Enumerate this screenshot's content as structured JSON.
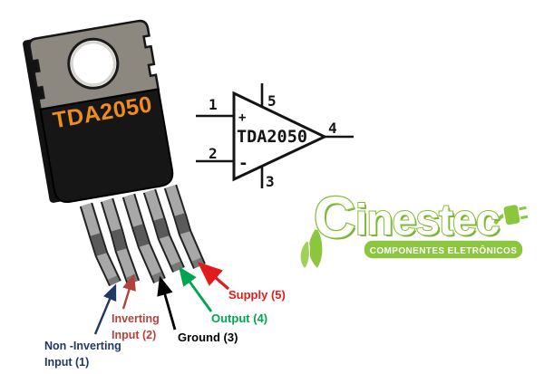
{
  "chip": {
    "label": "TDA2050",
    "label_color": "#ee8c1c",
    "tab_color": "#8c877f",
    "body_color": "#161616"
  },
  "schematic": {
    "label": "TDA2050",
    "plus_sign": "+",
    "minus_sign": "-",
    "pin_numbers": {
      "noninverting": "1",
      "inverting": "2",
      "ground": "3",
      "output": "4",
      "supply": "5"
    }
  },
  "pin_labels": {
    "noninverting": {
      "line1": "Non -Inverting",
      "line2": "Input (1)",
      "color": "#1f3864"
    },
    "inverting": {
      "line1": "Inverting",
      "line2": "Input (2)",
      "color": "#b5413d"
    },
    "ground": {
      "text": "Ground (3)",
      "color": "#000000"
    },
    "output": {
      "text": "Output (4)",
      "color": "#00a551"
    },
    "supply": {
      "text": "Supply (5)",
      "color": "#e41b1b"
    }
  },
  "logo": {
    "brand_initial": "C",
    "brand_rest": "inestec",
    "tagline": "COMPONENTES ELETRÔNICOS",
    "green": "#8cc63e"
  }
}
